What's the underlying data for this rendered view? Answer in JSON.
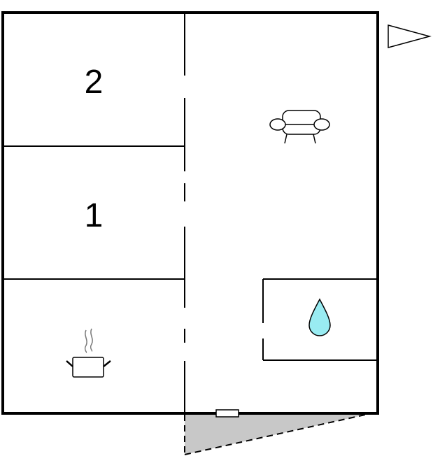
{
  "floor_plan": {
    "rooms": [
      {
        "label": "2",
        "type": "bedroom"
      },
      {
        "label": "1",
        "type": "bedroom"
      },
      {
        "label": "",
        "type": "kitchen"
      },
      {
        "label": "",
        "type": "living-room"
      },
      {
        "label": "",
        "type": "bathroom"
      }
    ],
    "icons": [
      "sofa-icon",
      "water-drop-icon",
      "cooking-pot-icon",
      "north-arrow-icon"
    ],
    "colors": {
      "wall": "#000000",
      "background": "#ffffff",
      "water": "#99ecf2",
      "terrace": "#c8c8c8"
    }
  }
}
